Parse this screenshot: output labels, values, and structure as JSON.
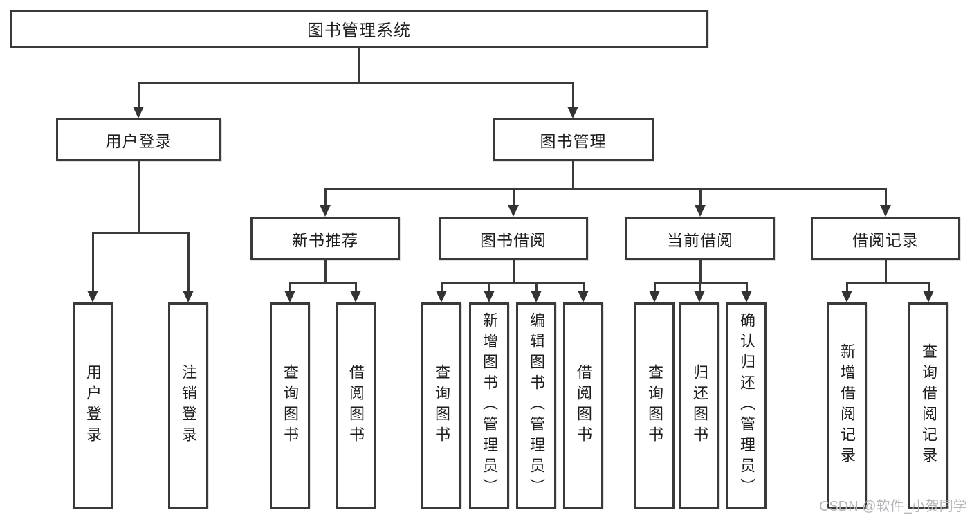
{
  "diagram": {
    "root": {
      "label": "图书管理系统"
    },
    "level2": [
      {
        "label": "用户登录"
      },
      {
        "label": "图书管理"
      }
    ],
    "level3": [
      {
        "label": "新书推荐"
      },
      {
        "label": "图书借阅"
      },
      {
        "label": "当前借阅"
      },
      {
        "label": "借阅记录"
      }
    ],
    "leaves": {
      "user": [
        {
          "label": "用户登录"
        },
        {
          "label": "注销登录"
        }
      ],
      "recommend": [
        {
          "label": "查询图书"
        },
        {
          "label": "借阅图书"
        }
      ],
      "borrow": [
        {
          "label": "查询图书"
        },
        {
          "label": "新增图书（管理员）"
        },
        {
          "label": "编辑图书（管理员）"
        },
        {
          "label": "借阅图书"
        }
      ],
      "current": [
        {
          "label": "查询图书"
        },
        {
          "label": "归还图书"
        },
        {
          "label": "确认归还（管理员）"
        }
      ],
      "records": [
        {
          "label": "新增借阅记录"
        },
        {
          "label": "查询借阅记录"
        }
      ]
    }
  },
  "watermark": {
    "text": "CSDN @软件_小贺同学"
  },
  "colors": {
    "line": "#3a3a3a",
    "text": "#1e1e1e",
    "background": "#ffffff",
    "watermark": "#b5b6b9"
  }
}
